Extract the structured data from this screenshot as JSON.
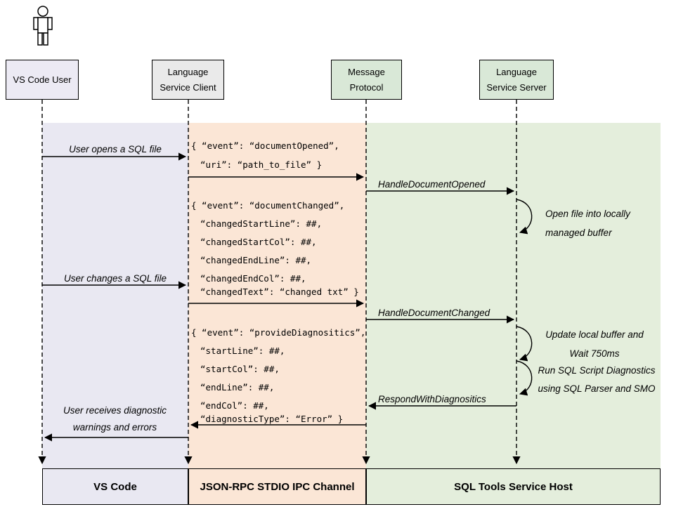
{
  "actors": {
    "user": {
      "label": "VS Code User"
    },
    "client": {
      "label": "Language\nService Client"
    },
    "protocol": {
      "label": "Message\nProtocol"
    },
    "server": {
      "label": "Language\nService Server"
    }
  },
  "labels": {
    "open_file": "User opens a SQL file",
    "handle_opened": "HandleDocumentOpened",
    "open_buffer": "Open file into locally\nmanaged buffer",
    "change_file": "User changes a SQL file",
    "handle_changed": "HandleDocumentChanged",
    "update_buffer": "Update local buffer and\nWait 750ms",
    "run_diagnostics": "Run SQL Script Diagnostics\nusing SQL Parser and SMO",
    "respond": "RespondWithDiagnositics",
    "receive": "User receives diagnostic\nwarnings and errors"
  },
  "code_blocks": {
    "opened": {
      "lines": [
        "{ “event”: “documentOpened”,",
        "“uri”: “path_to_file” }"
      ]
    },
    "changed": {
      "lines": [
        "{ “event”: “documentChanged”,",
        "“changedStartLine”: ##,",
        "“changedStartCol”: ##,",
        "“changedEndLine”: ##,",
        "“changedEndCol”: ##,",
        "“changedText”: “changed txt” }"
      ]
    },
    "diagnostics": {
      "lines": [
        "{ “event”: “provideDiagnositics”,",
        "“startLine”: ##,",
        "“startCol”: ##,",
        "“endLine”: ##,",
        "“endCol”: ##,",
        "“diagnosticType”: “Error” }"
      ]
    }
  },
  "footer": {
    "vscode": "VS Code",
    "channel": "JSON-RPC STDIO IPC Channel",
    "host": "SQL Tools Service Host"
  },
  "colors": {
    "lane_vscode": "#e9e8f2",
    "lane_ipc": "#fbe6d6",
    "lane_host": "#e4eedc",
    "box_green": "#d9e8d7",
    "box_gray": "#eaeaea",
    "box_lavender": "#eceaf4",
    "line": "#000000"
  }
}
